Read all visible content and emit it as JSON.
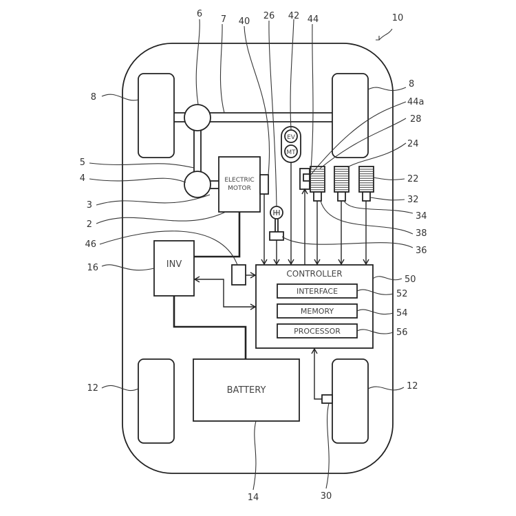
{
  "figure": {
    "type": "patent vehicle block diagram",
    "components": {
      "electric_motor": "ELECTRIC MOTOR",
      "electric_motor_line1": "ELECTRIC",
      "electric_motor_line2": "MOTOR",
      "inverter": "INV",
      "battery": "BATTERY",
      "controller": "CONTROLLER",
      "interface": "INTERFACE",
      "memory": "MEMORY",
      "processor": "PROCESSOR",
      "mode_switch_ev": "EV",
      "mode_switch_mt": "MT"
    },
    "reference_numerals": {
      "vehicle": "10",
      "front_wheel_left": "8",
      "front_wheel_right": "8",
      "rear_wheel_left": "12",
      "rear_wheel_right": "12",
      "electric_motor": "2",
      "motor_output_shaft": "3",
      "gearbox": "4",
      "propeller_shaft": "5",
      "differential": "6",
      "drive_axle": "7",
      "battery": "14",
      "inverter": "16",
      "pedal_22": "22",
      "pedal_24": "24",
      "shift_lever": "26",
      "pedal_28": "28",
      "wheel_speed_sensor": "30",
      "sensor_32": "32",
      "sensor_34": "34",
      "shift_sensor": "36",
      "sensor_38": "38",
      "motor_rotation_sensor": "40",
      "mode_switch": "42",
      "reaction_force_motor": "44",
      "reaction_force_motor_a": "44a",
      "sensor_46": "46",
      "controller": "50",
      "interface": "52",
      "memory": "54",
      "processor": "56"
    }
  }
}
